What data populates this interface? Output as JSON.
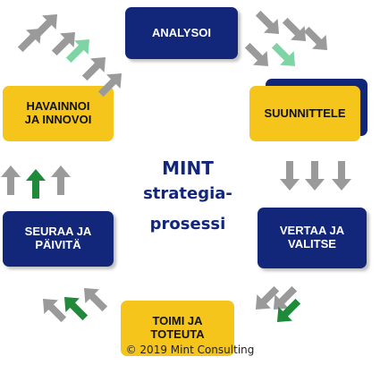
{
  "center": {
    "line1": "MINT",
    "line2": "strategia-",
    "line3": "prosessi"
  },
  "steps": {
    "analysoi": "ANALYSOI",
    "suunnittele": "SUUNNITTELE",
    "vertaa": "VERTAA JA\nVALITSE",
    "toimi": "TOIMI JA\nTOTEUTA",
    "seuraa": "SEURAA JA\nPÄIVITÄ",
    "havainnoi": "HAVAINNOI\nJA INNOVOI"
  },
  "copyright": "© 2019 Mint Consulting",
  "colors": {
    "navy": "#12277a",
    "yellow": "#f5c51c",
    "arrow_gray": "#9a9a9a",
    "arrow_green": "#1e8a3a",
    "arrow_lightgreen": "#7fd4a6"
  }
}
